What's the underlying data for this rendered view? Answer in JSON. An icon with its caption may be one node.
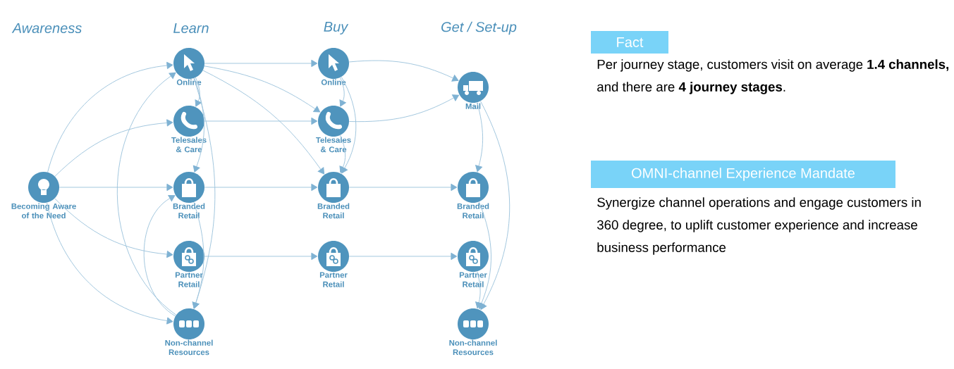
{
  "diagram": {
    "nodes": [
      {
        "text": [
          "Becoming Aware of the Need"
        ]
      },
      {
        "text": [
          "Online"
        ]
      },
      {
        "text": [
          "Telesales & Care"
        ]
      },
      {
        "text": [
          "Branded Retail"
        ]
      },
      {
        "text": [
          "Partner Retail"
        ]
      },
      {
        "text": [
          "Non-channel Resources"
        ]
      },
      {
        "text": [
          "Online"
        ]
      },
      {
        "text": [
          "Telesales & Care"
        ]
      },
      {
        "text": [
          "Branded Retail"
        ]
      },
      {
        "text": [
          "Partner Retail"
        ]
      },
      {
        "text": [
          "Mail"
        ]
      },
      {
        "text": [
          "Branded Retail"
        ]
      },
      {
        "text": [
          "Partner Retail"
        ]
      },
      {
        "text": [
          "Non-channel Resources"
        ]
      },
      {
        "text": [
          "Fact"
        ]
      },
      {
        "text": [
          "OMNI-channel Experience Mandate"
        ]
      }
    ],
    "edges": [
      {
        "from": 0,
        "to": 1,
        "arrow": "to"
      },
      {
        "from": 0,
        "to": 2,
        "arrow": "to"
      },
      {
        "from": 0,
        "to": 3,
        "arrow": "to"
      },
      {
        "from": 0,
        "to": 4,
        "arrow": "to"
      },
      {
        "from": 0,
        "to": 5,
        "arrow": "to"
      },
      {
        "from": 1,
        "to": 2,
        "arrow": "to"
      },
      {
        "from": 1,
        "to": 3,
        "arrow": "to"
      },
      {
        "from": 1,
        "to": 5,
        "arrow": "to"
      },
      {
        "from": 5,
        "to": 1,
        "arrow": "to"
      },
      {
        "from": 5,
        "to": 3,
        "arrow": "to"
      },
      {
        "from": 3,
        "to": 5,
        "arrow": "to"
      },
      {
        "from": 1,
        "to": 6,
        "arrow": "to"
      },
      {
        "from": 1,
        "to": 7,
        "arrow": "to"
      },
      {
        "from": 1,
        "to": 8,
        "arrow": "to"
      },
      {
        "from": 2,
        "to": 7,
        "arrow": "to"
      },
      {
        "from": 3,
        "to": 8,
        "arrow": "to"
      },
      {
        "from": 4,
        "to": 9,
        "arrow": "to"
      },
      {
        "from": 6,
        "to": 7,
        "arrow": "to"
      },
      {
        "from": 6,
        "to": 8,
        "arrow": "to"
      },
      {
        "from": 7,
        "to": 8,
        "arrow": "to"
      },
      {
        "from": 6,
        "to": 10,
        "arrow": "to"
      },
      {
        "from": 7,
        "to": 10,
        "arrow": "to"
      },
      {
        "from": 8,
        "to": 11,
        "arrow": "to"
      },
      {
        "from": 9,
        "to": 12,
        "arrow": "to"
      },
      {
        "from": 10,
        "to": 11,
        "arrow": "to"
      },
      {
        "from": 10,
        "to": 13,
        "arrow": "to"
      },
      {
        "from": 11,
        "to": 13,
        "arrow": "to"
      },
      {
        "from": 12,
        "to": 13,
        "arrow": "to"
      }
    ],
    "labels": [
      "Awareness",
      "Learn",
      "Buy",
      "Get / Set-up",
      "Per journey stage, customers visit on average **1.4 channels,** and there are **4 journey stages**.",
      "Synergize channel operations and engage customers in 360 degree, to uplift customer experience and increase business performance"
    ]
  }
}
